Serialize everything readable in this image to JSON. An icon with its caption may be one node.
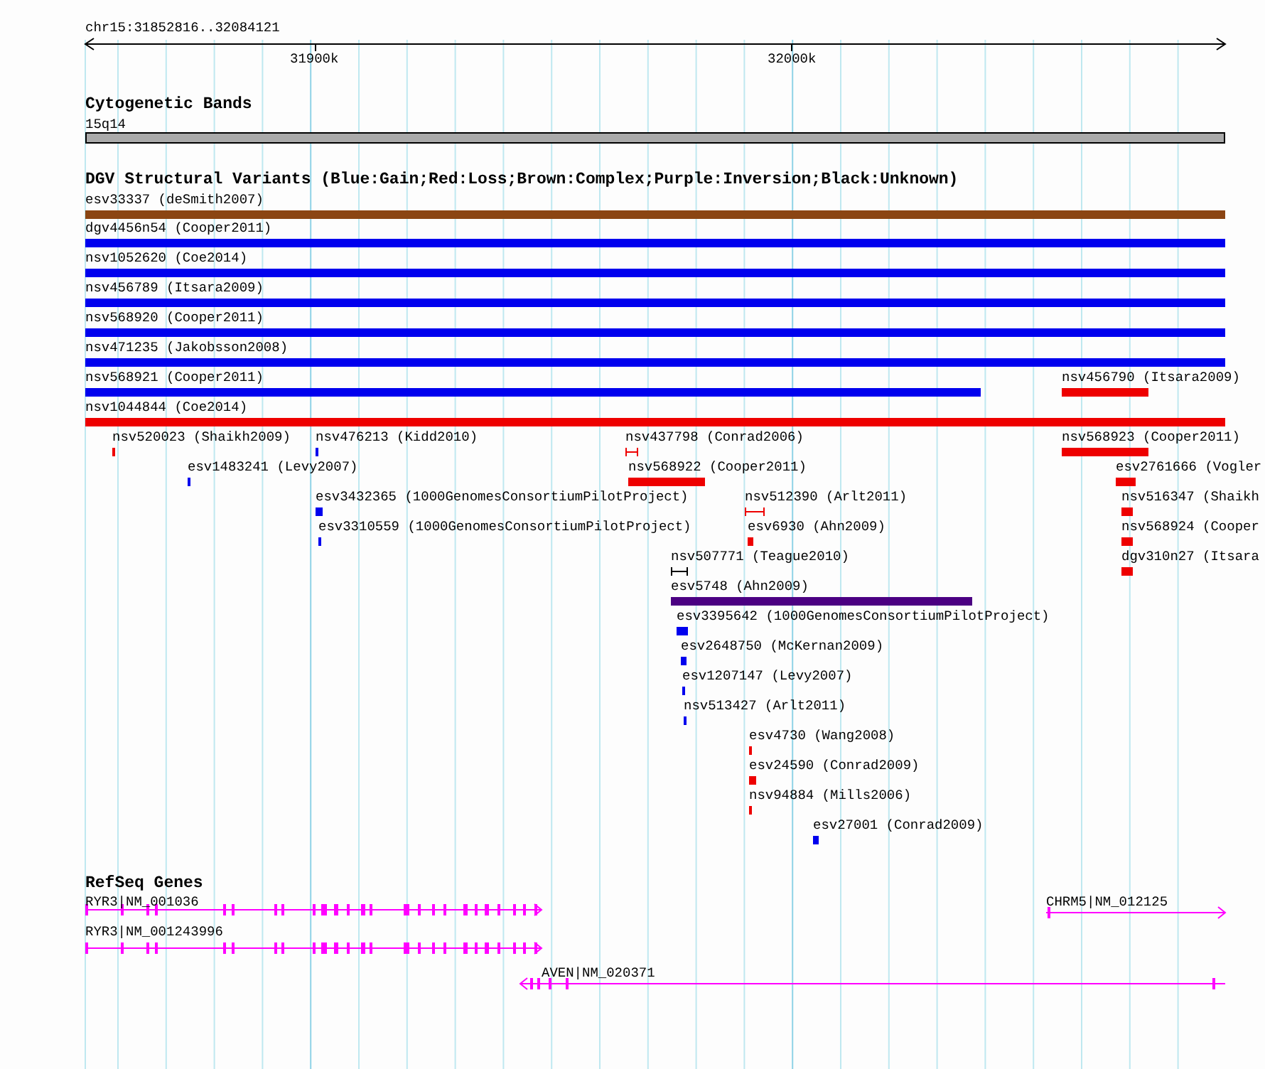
{
  "diagram": {
    "labels": [
      "chr15:31852816..32084121",
      "31900k",
      "32000k",
      "Cytogenetic Bands",
      "15q14",
      "DGV Structural Variants (Blue:Gain;Red:Loss;Brown:Complex;Purple:Inversion;Black:Unknown)",
      "esv33337 (deSmith2007)",
      "dgv4456n54 (Cooper2011)",
      "nsv1052620 (Coe2014)",
      "nsv456789 (Itsara2009)",
      "nsv568920 (Cooper2011)",
      "nsv471235 (Jakobsson2008)",
      "nsv568921 (Cooper2011)",
      "nsv456790 (Itsara2009)",
      "nsv1044844 (Coe2014)",
      "nsv520023 (Shaikh2009)",
      "nsv476213 (Kidd2010)",
      "nsv437798 (Conrad2006)",
      "nsv568923 (Cooper2011)",
      "esv1483241 (Levy2007)",
      "nsv568922 (Cooper2011)",
      "esv2761666 (Vogler",
      "esv3432365 (1000GenomesConsortiumPilotProject)",
      "nsv512390 (Arlt2011)",
      "nsv516347 (Shaikh",
      "esv3310559 (1000GenomesConsortiumPilotProject)",
      "esv6930 (Ahn2009)",
      "nsv568924 (Cooper",
      "nsv507771 (Teague2010)",
      "dgv310n27 (Itsara",
      "esv5748 (Ahn2009)",
      "esv3395642 (1000GenomesConsortiumPilotProject)",
      "esv2648750 (McKernan2009)",
      "esv1207147 (Levy2007)",
      "nsv513427 (Arlt2011)",
      "esv4730 (Wang2008)",
      "esv24590 (Conrad2009)",
      "nsv94884 (Mills2006)",
      "esv27001 (Conrad2009)",
      "RefSeq Genes",
      "RYR3|NM_001036",
      "RYR3|NM_001243996",
      "CHRM5|NM_012125",
      "AVEN|NM_020371"
    ]
  }
}
